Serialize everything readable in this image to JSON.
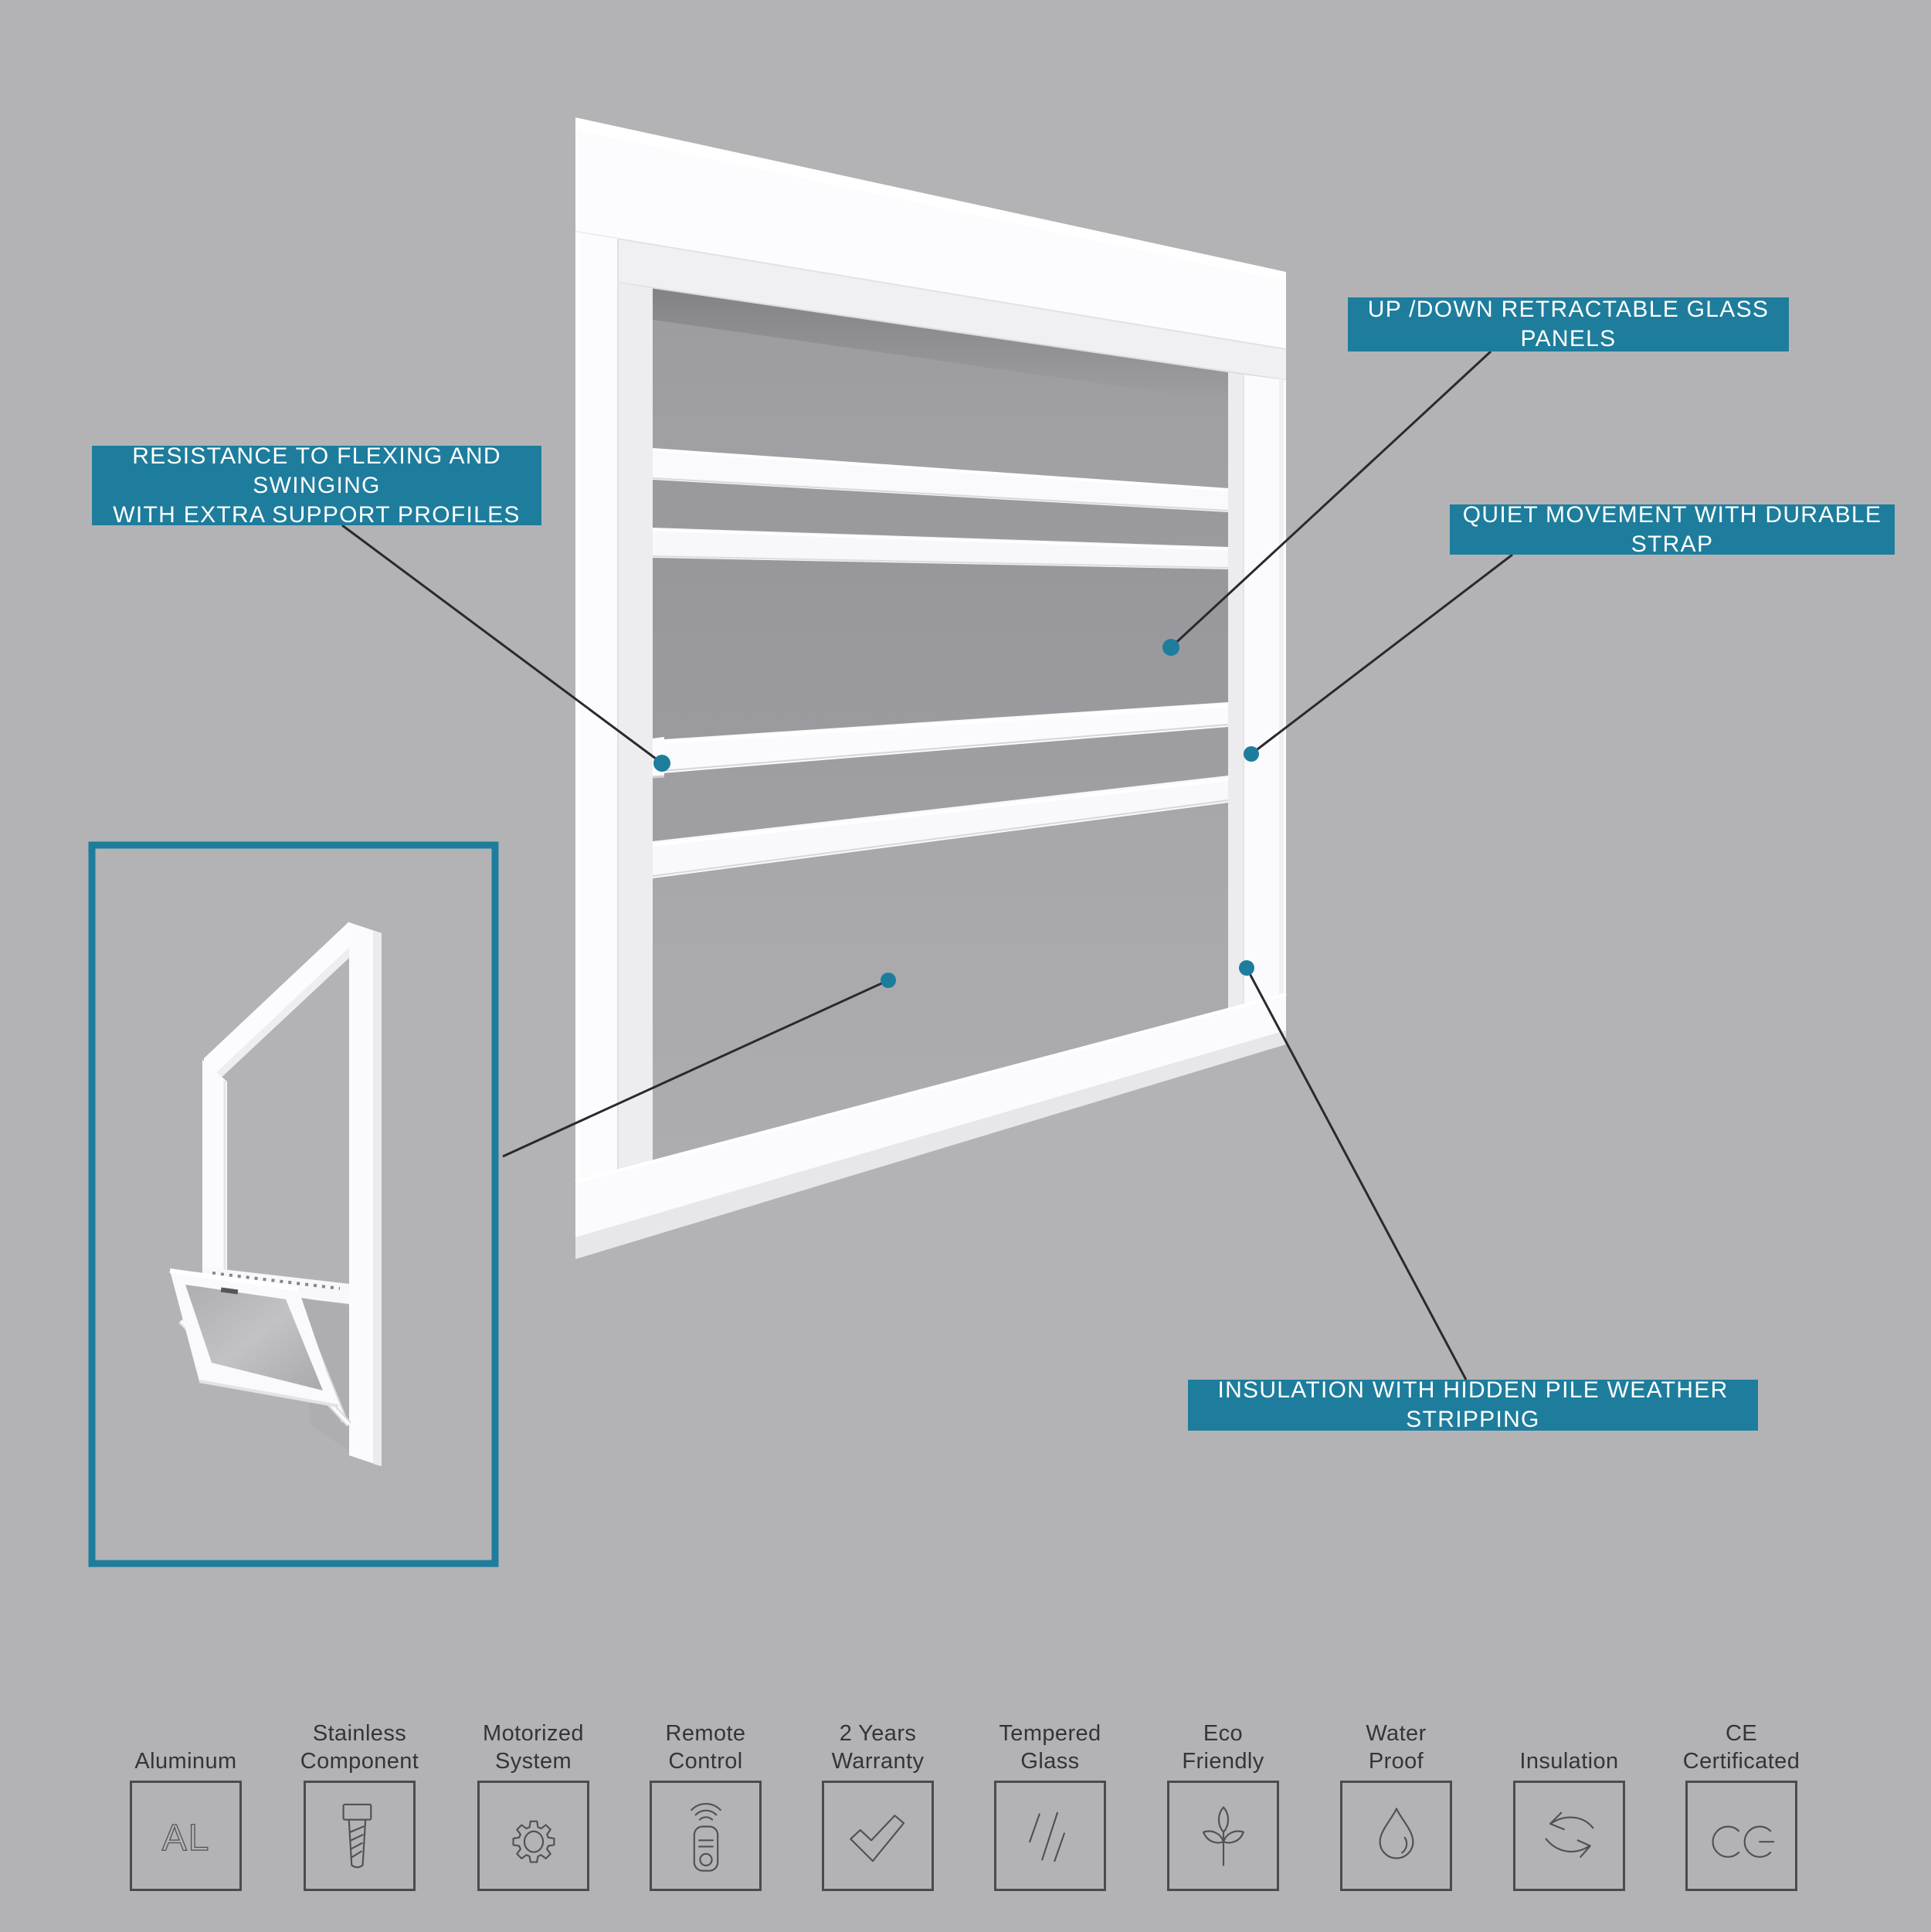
{
  "colors": {
    "accent": "#1e7d9c",
    "bg": "#b3b3b6",
    "line": "#2a2a2d",
    "label": "#353538",
    "callout-text": "#ffffff",
    "icon-stroke": "#515155",
    "icon-border": "#4b4b4f"
  },
  "callouts": [
    {
      "id": "retractable",
      "label": "UP /DOWN RETRACTABLE GLASS PANELS"
    },
    {
      "id": "support",
      "label": "RESISTANCE TO FLEXING AND SWINGING\nWITH EXTRA SUPPORT PROFILES"
    },
    {
      "id": "strap",
      "label": "QUIET MOVEMENT WITH DURABLE STRAP"
    },
    {
      "id": "insulation",
      "label": "INSULATION WITH HIDDEN PILE WEATHER STRIPPING"
    }
  ],
  "features": [
    {
      "label": "Aluminum",
      "icon": "aluminum-icon",
      "icon_text": "AL"
    },
    {
      "label": "Stainless\nComponent",
      "icon": "screw-icon"
    },
    {
      "label": "Motorized\nSystem",
      "icon": "gear-icon"
    },
    {
      "label": "Remote\nControl",
      "icon": "remote-icon"
    },
    {
      "label": "2 Years\nWarranty",
      "icon": "checkmark-icon"
    },
    {
      "label": "Tempered\nGlass",
      "icon": "tempered-glass-icon"
    },
    {
      "label": "Eco\nFriendly",
      "icon": "leaf-icon"
    },
    {
      "label": "Water\nProof",
      "icon": "water-drop-icon"
    },
    {
      "label": "Insulation",
      "icon": "insulation-arrows-icon"
    },
    {
      "label": "CE\nCertificated",
      "icon": "ce-mark-icon"
    }
  ]
}
